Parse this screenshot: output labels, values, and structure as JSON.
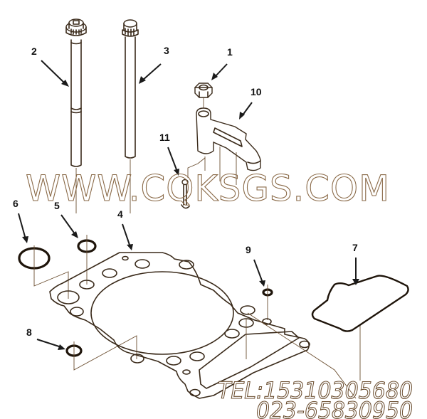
{
  "diagram": {
    "type": "exploded-parts-diagram",
    "subject": "Cylinder head gasket and seal kit",
    "line_color": "#3a2a1a",
    "background": "#ffffff",
    "callouts": [
      {
        "id": "1",
        "label": "1",
        "part": "hex nut"
      },
      {
        "id": "2",
        "label": "2",
        "part": "cylinder head capscrew (12-point, long)"
      },
      {
        "id": "3",
        "label": "3",
        "part": "cylinder head capscrew (shorter head)"
      },
      {
        "id": "4",
        "label": "4",
        "part": "cylinder head gasket"
      },
      {
        "id": "5",
        "label": "5",
        "part": "o-ring seal (medium)"
      },
      {
        "id": "6",
        "label": "6",
        "part": "o-ring seal (large)"
      },
      {
        "id": "7",
        "label": "7",
        "part": "rectangular gasket seal"
      },
      {
        "id": "8",
        "label": "8",
        "part": "o-ring seal (small)"
      },
      {
        "id": "9",
        "label": "9",
        "part": "o-ring seal (tiny)"
      },
      {
        "id": "10",
        "label": "10",
        "part": "rocker lever / bracket"
      },
      {
        "id": "11",
        "label": "11",
        "part": "adjusting screw / stud"
      }
    ]
  },
  "watermark": {
    "site": "WWW.CQKSGS.COM",
    "tel_line": "TEL:15310305680",
    "phone_line": "023-65830950"
  }
}
